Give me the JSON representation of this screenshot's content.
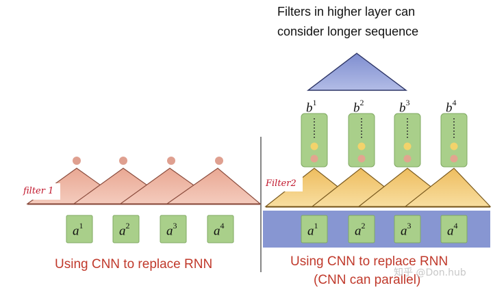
{
  "title": {
    "line1": "Filters in higher layer can",
    "line2": "consider longer sequence"
  },
  "left_panel": {
    "filter_label": "filter 1",
    "inputs": [
      {
        "base": "a",
        "sup": "1"
      },
      {
        "base": "a",
        "sup": "2"
      },
      {
        "base": "a",
        "sup": "3"
      },
      {
        "base": "a",
        "sup": "4"
      }
    ],
    "caption": "Using CNN to replace RNN"
  },
  "right_panel": {
    "filter_label": "Filter2",
    "inputs": [
      {
        "base": "a",
        "sup": "1"
      },
      {
        "base": "a",
        "sup": "2"
      },
      {
        "base": "a",
        "sup": "3"
      },
      {
        "base": "a",
        "sup": "4"
      }
    ],
    "outputs": [
      {
        "base": "b",
        "sup": "1"
      },
      {
        "base": "b",
        "sup": "2"
      },
      {
        "base": "b",
        "sup": "3"
      },
      {
        "base": "b",
        "sup": "4"
      }
    ],
    "caption_line1": "Using CNN to replace RNN",
    "caption_line2": "(CNN can parallel)"
  },
  "watermark": "知乎 @Don.hub",
  "colors": {
    "input_box": "#a9cf8a",
    "input_box_border": "#7fa862",
    "left_filter": "#e8a48f",
    "left_dot": "#d9958a",
    "right_filter": "#f0c672",
    "blue_band": "#8796d2",
    "top_filter": "#8f9ad8",
    "caption": "#c0392b",
    "filter_tag": "#c0142a"
  }
}
